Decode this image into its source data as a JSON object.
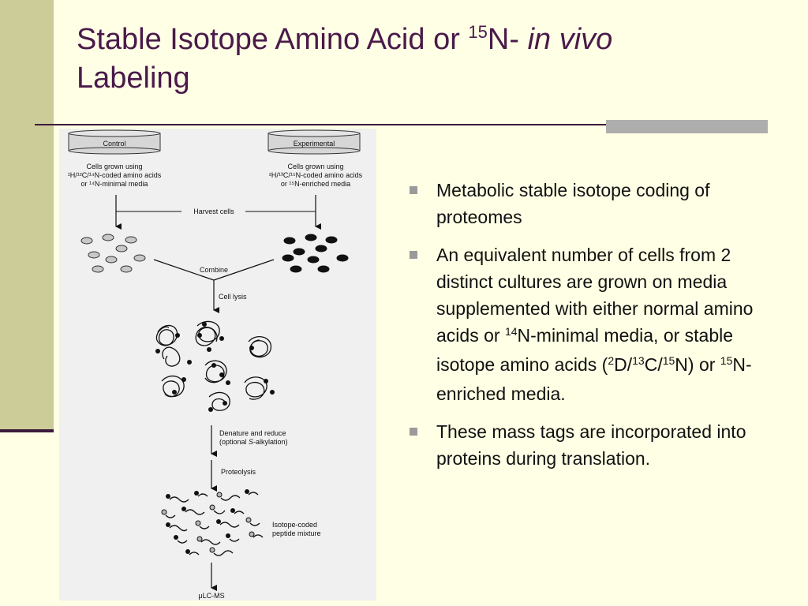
{
  "slide": {
    "title_part1": "Stable Isotope Amino Acid or ",
    "title_sup": "15",
    "title_part2": "N- ",
    "title_italic": "in vivo",
    "title_line2": "Labeling"
  },
  "figure": {
    "control_label": "Control",
    "experimental_label": "Experimental",
    "control_desc_line1": "Cells grown using",
    "control_desc_line2": "¹H/¹²C/¹⁴N-coded amino acids",
    "control_desc_line3": "or ¹⁴N-minimal media",
    "experimental_desc_line1": "Cells grown using",
    "experimental_desc_line2": "²H/¹³C/¹⁵N-coded amino acids",
    "experimental_desc_line3": "or ¹⁵N-enriched media",
    "harvest_label": "Harvest cells",
    "combine_label": "Combine",
    "lysis_label": "Cell lysis",
    "denature_line1": "Denature and reduce",
    "denature_line2_pre": "(optional ",
    "denature_line2_italic": "S",
    "denature_line2_post": "-alkylation)",
    "proteolysis_label": "Proteolysis",
    "peptide_line1": "Isotope-coded",
    "peptide_line2": "peptide mixture",
    "lcms_label": "μLC-MS"
  },
  "bullets": {
    "b1": "Metabolic stable isotope coding of proteomes",
    "b2_t1": "An equivalent number of cells from 2 distinct cultures are grown on media supplemented with either normal amino acids or ",
    "b2_s1": "14",
    "b2_t2": "N-minimal media, or stable isotope amino acids (",
    "b2_s2": "2",
    "b2_t3": "D/",
    "b2_s3": "13",
    "b2_t4": "C/",
    "b2_s4": "15",
    "b2_t5": "N) or ",
    "b2_s5": "15",
    "b2_t6": "N-enriched media.",
    "b3": "These mass tags are incorporated into proteins during translation."
  },
  "colors": {
    "background": "#FFFFE5",
    "side_bar": "#CCCC99",
    "title": "#4A1A4A",
    "rule": "#3D1A3D",
    "accent_bar": "#AEAEAE",
    "bullet_marker": "#9A9A9A"
  }
}
